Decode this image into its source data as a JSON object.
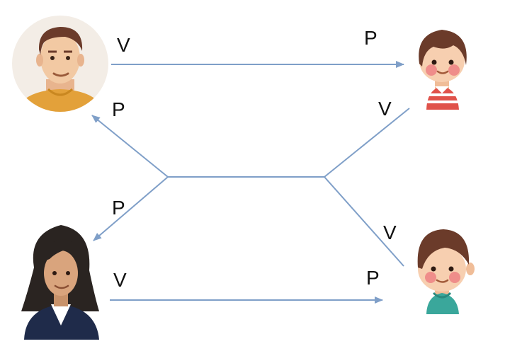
{
  "labels": {
    "top_left_v": "V",
    "top_right_p": "P",
    "upper_left_p": "P",
    "upper_right_v": "V",
    "lower_left_p": "P",
    "lower_right_v": "V",
    "bottom_left_v": "V",
    "bottom_right_p": "P"
  },
  "people": [
    {
      "id": "father",
      "icon": "man-avatar-icon"
    },
    {
      "id": "boy-striped",
      "icon": "boy-avatar-icon"
    },
    {
      "id": "mother",
      "icon": "woman-avatar-icon"
    },
    {
      "id": "boy-teal",
      "icon": "boy-avatar-icon"
    }
  ],
  "colors": {
    "arrow": "#7f9fc8",
    "label": "#111111",
    "skin": "#f2c9a3",
    "hair_brown": "#6b3b2a",
    "father_shirt": "#e3a13a",
    "stripe_red": "#e0524a",
    "teal_shirt": "#3aa79b",
    "mother_jacket": "#1f2b4a"
  }
}
